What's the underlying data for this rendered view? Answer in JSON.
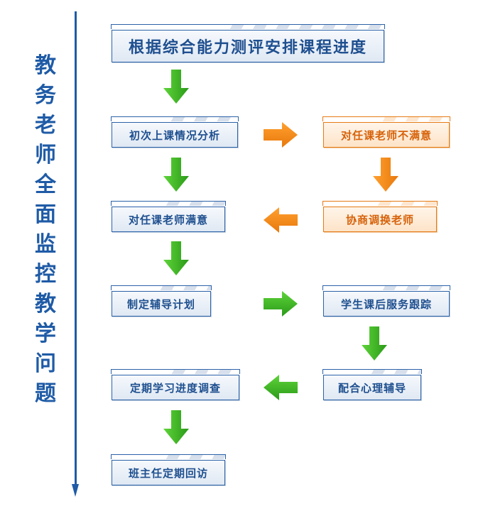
{
  "side_title": {
    "chars": [
      "教",
      "务",
      "老",
      "师",
      "全",
      "面",
      "监",
      "控",
      "教",
      "学",
      "问",
      "题"
    ],
    "text": "教务老师全面监控教学问题",
    "color": "#1f5ba6"
  },
  "nodes": {
    "start": "根据综合能力测评安排课程进度",
    "first_class_analysis": "初次上课情况分析",
    "not_satisfied": "对任课老师不满意",
    "satisfied": "对任课老师满意",
    "negotiate_change": "协商调换老师",
    "make_tutoring_plan": "制定辅导计划",
    "after_class_service": "学生课后服务跟踪",
    "regular_progress_survey": "定期学习进度调查",
    "psychological_support": "配合心理辅导",
    "head_teacher_visit": "班主任定期回访"
  },
  "colors": {
    "blue_box_border": "#2c62a8",
    "orange_box_border": "#e57a14",
    "green_arrow": "#3cb521",
    "orange_arrow": "#f58a14"
  }
}
